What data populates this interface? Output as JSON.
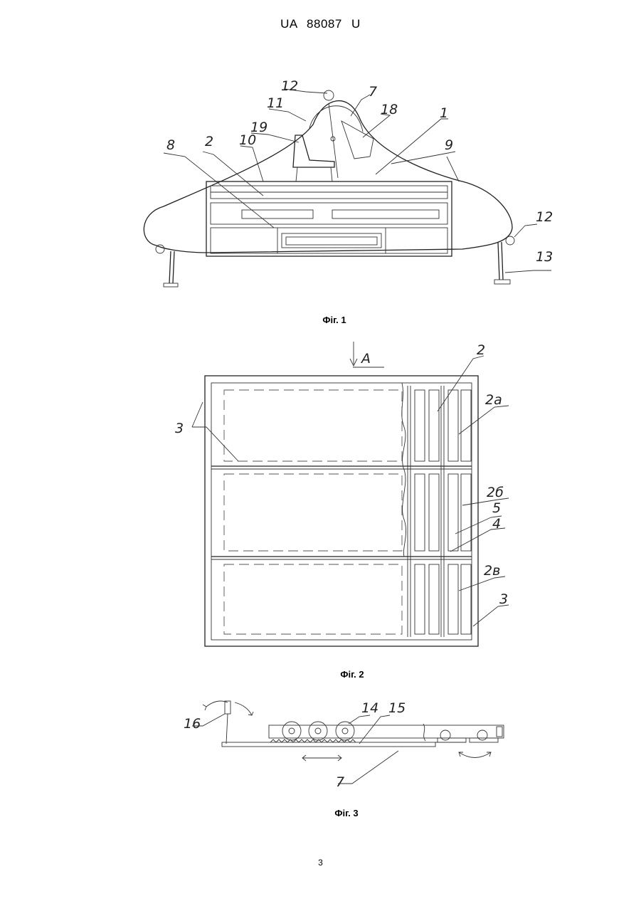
{
  "header": {
    "doc_number": "UA 88087 U"
  },
  "figures": [
    {
      "caption": "Фіг. 1",
      "labels": [
        "12",
        "7",
        "11",
        "18",
        "1",
        "19",
        "8",
        "2",
        "10",
        "9",
        "12",
        "13"
      ]
    },
    {
      "caption": "Фіг. 2",
      "labels": [
        "А",
        "2",
        "2а",
        "3",
        "2б",
        "5",
        "4",
        "2в",
        "3"
      ]
    },
    {
      "caption": "Фіг. 3",
      "labels": [
        "14",
        "15",
        "16",
        "7"
      ]
    }
  ],
  "page_number": "3"
}
